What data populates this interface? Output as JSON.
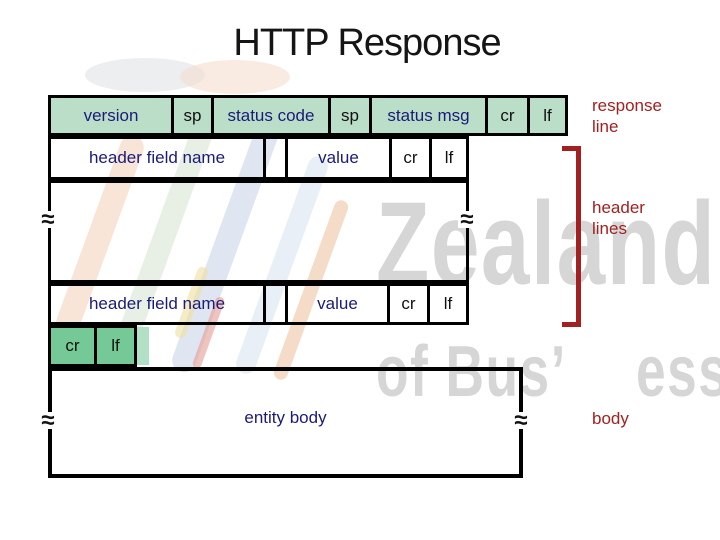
{
  "title": "HTTP Response",
  "colors": {
    "green_light": "#bbdec9",
    "green_medium": "#74c996",
    "green_sliver": "#b2e0c4",
    "navy": "#1b1b78",
    "annotation_red": "#a32020",
    "watermark_gray": "#d6d6d6"
  },
  "tilde": "≈",
  "diagram": {
    "status_line": {
      "cells": [
        {
          "label": "version"
        },
        {
          "label": "sp"
        },
        {
          "label": "status code"
        },
        {
          "label": "sp"
        },
        {
          "label": "status msg"
        },
        {
          "label": "cr"
        },
        {
          "label": "lf"
        }
      ]
    },
    "header_line_1": {
      "cells": [
        {
          "label": "header field name"
        },
        {
          "label": ""
        },
        {
          "label": "value"
        },
        {
          "label": "cr"
        },
        {
          "label": "lf"
        }
      ]
    },
    "header_line_2": {
      "cells": [
        {
          "label": "header field name"
        },
        {
          "label": ""
        },
        {
          "label": "value"
        },
        {
          "label": "cr"
        },
        {
          "label": "lf"
        }
      ]
    },
    "end_of_headers": {
      "cells": [
        {
          "label": "cr"
        },
        {
          "label": "lf"
        }
      ]
    },
    "entity_body": {
      "label": "entity body"
    },
    "annotations": {
      "response_line_1": "response",
      "response_line_2": "line",
      "header_lines_1": "header",
      "header_lines_2": "lines",
      "body": "body"
    }
  },
  "watermark": {
    "fragment_1": "Zealand",
    "fragment_2": "of Bus’",
    "fragment_3": "ess"
  }
}
